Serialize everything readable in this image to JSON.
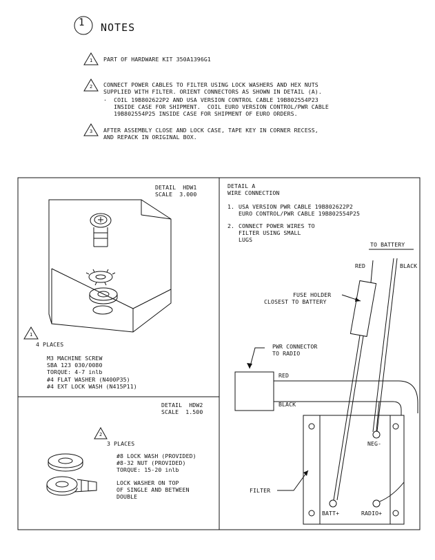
{
  "notes": {
    "circle_number": "1",
    "title": "NOTES",
    "items": [
      {
        "flag": "1",
        "lines": [
          "PART OF HARDWARE KIT 350A1396G1"
        ]
      },
      {
        "flag": "2",
        "lines": [
          "CONNECT POWER CABLES TO FILTER USING LOCK WASHERS AND HEX NUTS",
          "SUPPLIED WITH FILTER. ORIENT CONNECTORS AS SHOWN IN DETAIL (A).",
          "·  COIL 19B802622P2 AND USA VERSION CONTROL CABLE 19B802554P23",
          "   INSIDE CASE FOR SHIPMENT.  COIL EURO VERSION CONTROL/PWR CABLE",
          "   19B802554P25 INSIDE CASE FOR SHIPMENT OF EURO ORDERS."
        ]
      },
      {
        "flag": "3",
        "lines": [
          "AFTER ASSEMBLY CLOSE AND LOCK CASE, TAPE KEY IN CORNER RECESS,",
          "AND REPACK IN ORIGINAL BOX."
        ]
      }
    ]
  },
  "detail_hdw1": {
    "title": "DETAIL  HDW1",
    "scale": "SCALE  3.000",
    "flag": "1",
    "places": "4 PLACES",
    "specs": [
      "M3 MACHINE SCREW",
      "SBA 123 030/0080",
      "TORQUE: 4-7 inlb",
      "#4 FLAT WASHER (N400P35)",
      "#4 EXT LOCK WASH (N415P11)"
    ]
  },
  "detail_hdw2": {
    "title": "DETAIL  HDW2",
    "scale": "SCALE  1.500",
    "flag": "2",
    "places": "3 PLACES",
    "specs": [
      "#8 LOCK WASH (PROVIDED)",
      "#8-32 NUT (PROVIDED)",
      "TORQUE: 15-20 inlb"
    ],
    "note": [
      "LOCK WASHER ON TOP",
      "OF SINGLE AND BETWEEN",
      "DOUBLE"
    ]
  },
  "detail_a": {
    "title": "DETAIL A",
    "subtitle": "WIRE CONNECTION",
    "item1_num": "1.",
    "item1": [
      "USA VERSION PWR CABLE 19B802622P2",
      "EURO CONTROL/PWR CABLE 19B802554P25"
    ],
    "item2_num": "2.",
    "item2": [
      "CONNECT POWER WIRES TO",
      "FILTER USING SMALL",
      "LUGS"
    ],
    "to_battery": "TO BATTERY",
    "red_top": "RED",
    "black_top": "BLACK",
    "fuse_holder": [
      "FUSE HOLDER",
      "CLOSEST TO BATTERY"
    ],
    "pwr_connector": [
      "PWR CONNECTOR",
      "TO RADIO"
    ],
    "red_wire": "RED",
    "black_wire": "BLACK",
    "neg": "NEG-",
    "filter": "FILTER",
    "batt": "BATT+",
    "radio": "RADIO+"
  }
}
